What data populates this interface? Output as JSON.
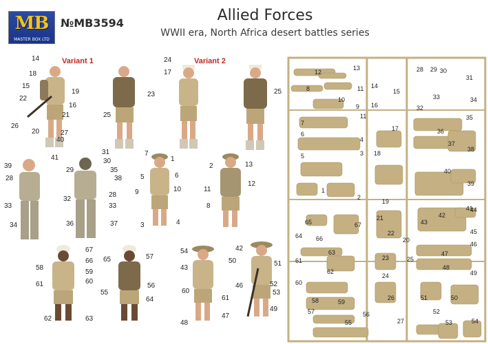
{
  "header": {
    "logo_text": "MB",
    "logo_subtext": "MASTER BOX LTD",
    "catalog_number": "№MB3594",
    "title": "Allied Forces",
    "subtitle": "WWII era, North Africa desert battles series"
  },
  "colors": {
    "logo_blue": "#1a3488",
    "logo_gold": "#f1c21a",
    "leader_red": "#c0271f",
    "sprue": "#c4b082",
    "khaki": "#c9b48a",
    "skin": "#d9a987"
  },
  "variants": [
    "Variant 1",
    "Variant 2"
  ],
  "figure_callouts": {
    "variant1_front": [
      "14",
      "18",
      "15",
      "22",
      "16",
      "19",
      "21",
      "26",
      "20",
      "27"
    ],
    "variant1_back": [
      "23",
      "25"
    ],
    "variant2_front": [
      "24",
      "17"
    ],
    "variant2_back": [
      "25"
    ],
    "tank_crew": [
      "41",
      "40",
      "31",
      "30",
      "29",
      "35",
      "39",
      "28",
      "38",
      "28",
      "32",
      "33",
      "33",
      "34",
      "36",
      "37"
    ],
    "helmet_soldier_front": [
      "7",
      "1",
      "5",
      "6",
      "9",
      "10",
      "3",
      "4"
    ],
    "helmet_soldier_back": [
      "2",
      "13",
      "11",
      "12",
      "8"
    ],
    "turban_soldier_front": [
      "67",
      "58",
      "66",
      "59",
      "61",
      "60",
      "62",
      "63"
    ],
    "turban_soldier_back": [
      "65",
      "57",
      "56",
      "64",
      "55"
    ],
    "slouch_hat_front": [
      "54",
      "43",
      "60",
      "61",
      "48",
      "47"
    ],
    "slouch_hat_back": [
      "42",
      "50",
      "51",
      "46",
      "52",
      "53",
      "49"
    ]
  },
  "sprue_numbers": [
    "12",
    "13",
    "8",
    "11",
    "10",
    "9",
    "14",
    "16",
    "15",
    "11",
    "7",
    "6",
    "4",
    "3",
    "5",
    "18",
    "17",
    "1",
    "2",
    "19",
    "28",
    "29",
    "30",
    "31",
    "32",
    "33",
    "34",
    "35",
    "36",
    "37",
    "38",
    "40",
    "39",
    "41",
    "65",
    "64",
    "66",
    "67",
    "21",
    "22",
    "20",
    "43",
    "42",
    "44",
    "45",
    "46",
    "61",
    "63",
    "23",
    "60",
    "62",
    "24",
    "25",
    "47",
    "48",
    "49",
    "26",
    "27",
    "58",
    "59",
    "57",
    "56",
    "55",
    "51",
    "50",
    "52",
    "53",
    "54"
  ]
}
